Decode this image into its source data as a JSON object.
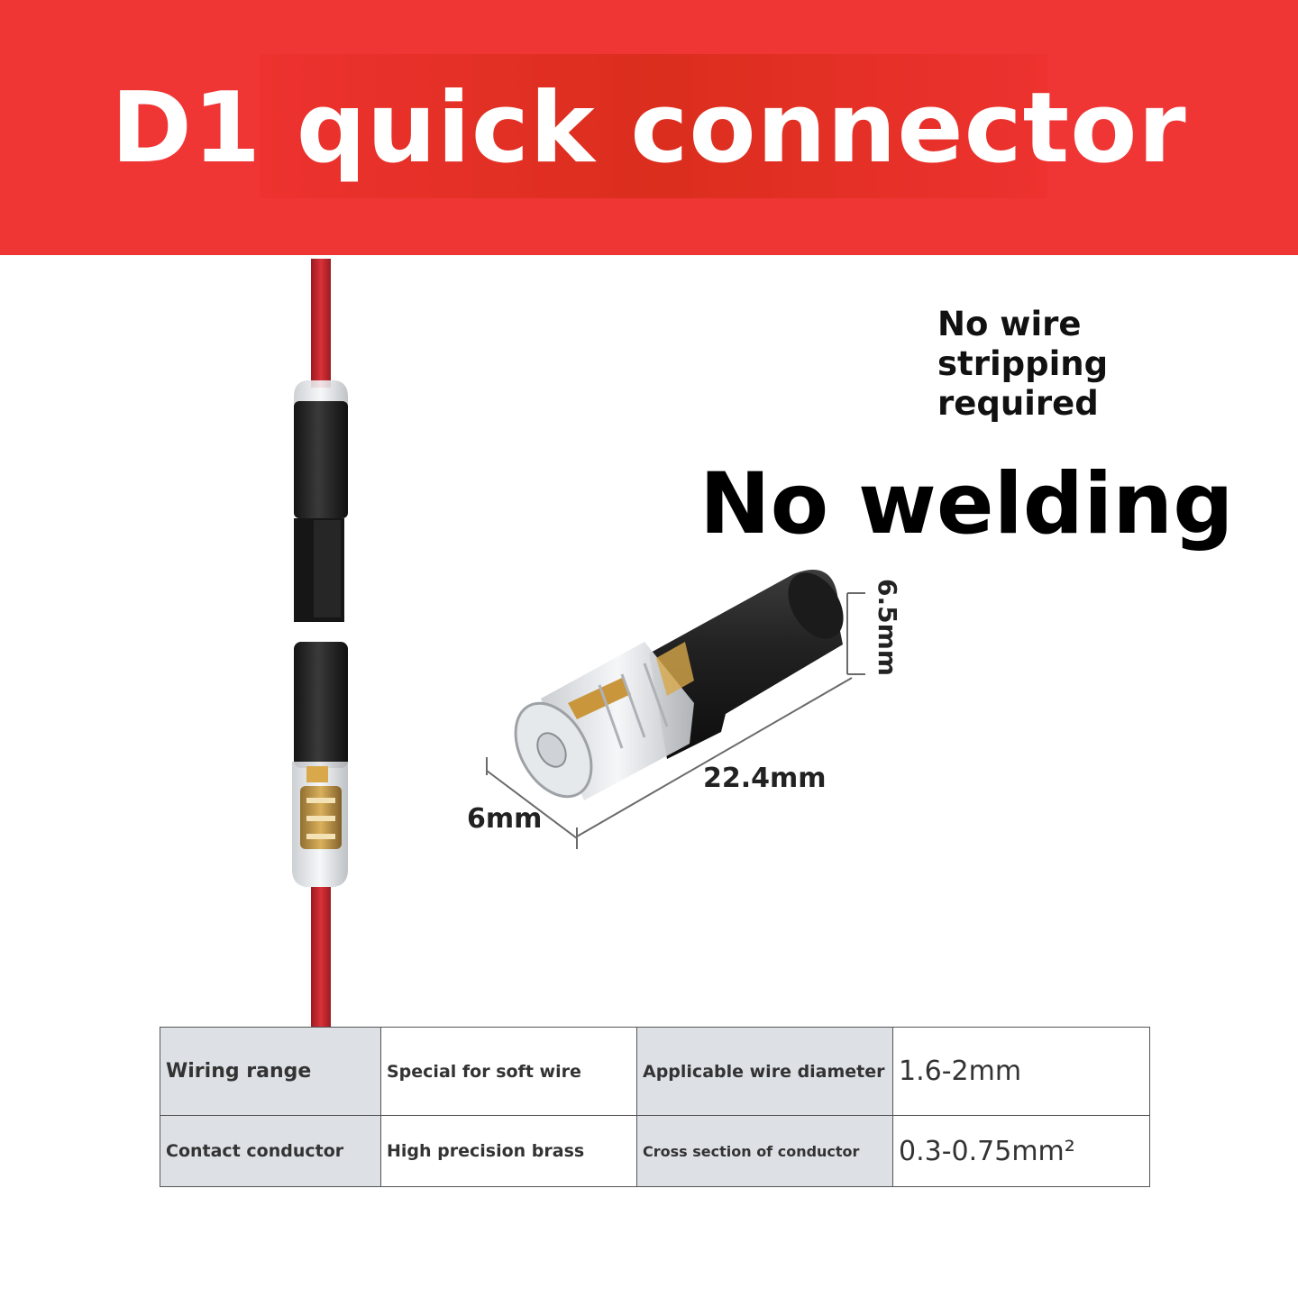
{
  "header": {
    "title": "D1 quick connector"
  },
  "features": {
    "no_stripping": "No wire stripping required",
    "no_welding": "No welding"
  },
  "dimensions": {
    "height": "6.5mm",
    "length": "22.4mm",
    "diameter": "6mm"
  },
  "colors": {
    "banner": "#f03535",
    "wire": "#c8242c",
    "connector_body": "#1e1e1e",
    "table_header_bg": "#dde1e6"
  },
  "specs": {
    "rows": [
      {
        "label": "Wiring range",
        "value": "Special for soft wire",
        "label2": "Applicable wire diameter",
        "value2": "1.6-2mm"
      },
      {
        "label": "Contact conductor",
        "value": "High precision brass",
        "label2": "Cross section of conductor",
        "value2": "0.3-0.75mm²"
      }
    ]
  }
}
